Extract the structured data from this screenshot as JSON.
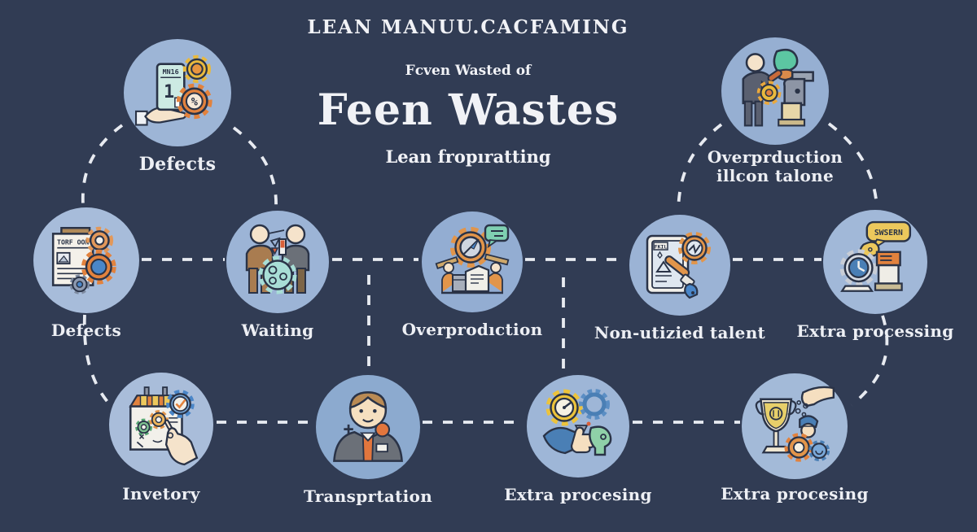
{
  "title": {
    "eyebrow": "LEAN MANUU.CACFAMING",
    "kicker": "Fcven Wasted of",
    "main": "Feen Wastes",
    "subtitle": "Lean fropıratting"
  },
  "nodes": [
    {
      "id": "defects-top",
      "label": "Defects",
      "circle_fill": "#9db5d6"
    },
    {
      "id": "overproduction-top",
      "label": "Overprduction\nillcon talone",
      "circle_fill": "#96afd2"
    },
    {
      "id": "defects-mid",
      "label": "Defects",
      "circle_fill": "#a7bcda"
    },
    {
      "id": "waiting",
      "label": "Waiting",
      "circle_fill": "#9cb4d6"
    },
    {
      "id": "overproduction-mid",
      "label": "Overprodıction",
      "circle_fill": "#93add2"
    },
    {
      "id": "non-utilized-talent",
      "label": "Non-utizied talent",
      "circle_fill": "#9bb3d5"
    },
    {
      "id": "extra-processing-right",
      "label": "Extra processing",
      "circle_fill": "#a1b8d8"
    },
    {
      "id": "inventory",
      "label": "Invetory",
      "circle_fill": "#a9bdda"
    },
    {
      "id": "transportation",
      "label": "Transprtation",
      "circle_fill": "#8caacf"
    },
    {
      "id": "extra-processing-mid",
      "label": "Extra procesing",
      "circle_fill": "#9eb6d7"
    },
    {
      "id": "extra-processing-br",
      "label": "Extra procesing",
      "circle_fill": "#a3bad8"
    }
  ],
  "icon_texts": {
    "card_heading": "MN16",
    "card_number": "1",
    "percent": "%",
    "doc_heading": "TORF OON",
    "tablet_heading": "FKIL",
    "bubble_text": "SWSERN"
  },
  "colors": {
    "background": "#313c54",
    "dashed_line": "#e8ebf1",
    "label_text": "#edeff4",
    "accent_orange": "#e2823d",
    "accent_yellow": "#ecc33c",
    "accent_teal": "#7fd0b2",
    "accent_blue": "#4a7fb5",
    "outline": "#2a3347"
  }
}
